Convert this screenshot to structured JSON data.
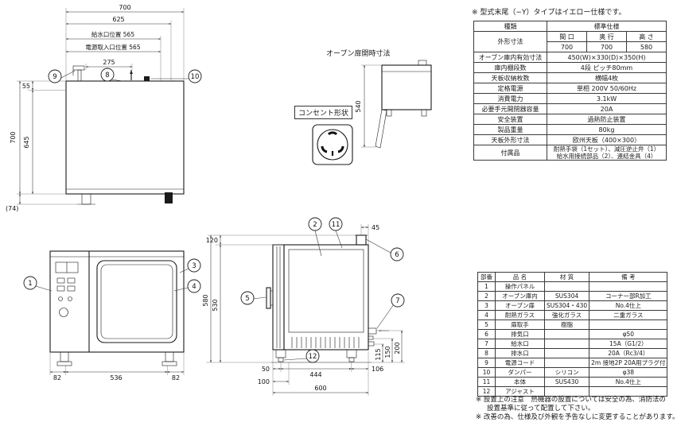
{
  "header_note": "※ 型式末尾（−Y）タイプはイエロー仕様です。",
  "labels": {
    "open_door": "オープン扉開時寸法",
    "outlet": "コンセント形状"
  },
  "spec": {
    "r1": {
      "label": "種類",
      "value": "標準仕様"
    },
    "r2": {
      "label": "外形寸法",
      "c1": "間 口",
      "c2": "奥 行",
      "c3": "高 さ",
      "v1": "700",
      "v2": "700",
      "v3": "580"
    },
    "r3": {
      "label": "オーブン庫内有効寸法",
      "value": "450(W)×330(D)×350(H)"
    },
    "r4": {
      "label": "庫内棚段数",
      "value": "4段 ピッチ80mm"
    },
    "r5": {
      "label": "天板収納枚数",
      "value": "横幅4枚"
    },
    "r6": {
      "label": "定格電源",
      "value": "単相 200V 50/60Hz"
    },
    "r7": {
      "label": "消費電力",
      "value": "3.1kW"
    },
    "r8": {
      "label": "必要手元開閉器容量",
      "value": "20A"
    },
    "r9": {
      "label": "安全装置",
      "value": "過熱防止装置"
    },
    "r10": {
      "label": "製品重量",
      "value": "80kg"
    },
    "r11": {
      "label": "天板外形寸法",
      "value": "欧州天板（400×300）"
    },
    "r12": {
      "label": "付属品",
      "value1": "耐熱手袋（1セット）、減圧逆止弁（1）",
      "value2": "給水用接続部品（2）、連結金具（4）"
    }
  },
  "parts": {
    "headers": [
      "部番",
      "品 名",
      "材 質",
      "備 考"
    ],
    "rows": [
      [
        "1",
        "操作パネル",
        "",
        ""
      ],
      [
        "2",
        "オーブン庫内",
        "SUS304",
        "コーナー部R加工"
      ],
      [
        "3",
        "オーブン扉",
        "SUS304・430",
        "No.4仕上"
      ],
      [
        "4",
        "耐熱ガラス",
        "強化ガラス",
        "二重ガラス"
      ],
      [
        "5",
        "扉取手",
        "樹脂",
        ""
      ],
      [
        "6",
        "排気口",
        "",
        "φ50"
      ],
      [
        "7",
        "給水口",
        "",
        "15A（G1/2）"
      ],
      [
        "8",
        "排水口",
        "",
        "20A（Rc3/4）"
      ],
      [
        "9",
        "電源コード",
        "",
        "2m 接地2P 20A用プラグ付"
      ],
      [
        "10",
        "ダンパー",
        "シリコン",
        "φ38"
      ],
      [
        "11",
        "本体",
        "SUS430",
        "No.4仕上"
      ],
      [
        "12",
        "アジャスト",
        "",
        ""
      ]
    ]
  },
  "notes": {
    "n1a": "※ 設置上の注意　熱機器の設置については安全の為、消防法の",
    "n1b": "設置基準に従って配置して下さい。",
    "n2": "※ 改善の為、仕様及び外観を予告なしに変更することがあります。"
  },
  "plan": {
    "w700": "700",
    "w625": "625",
    "water": "給水口位置 565",
    "power": "電源取入口位置 565",
    "w275": "275",
    "h55": "55",
    "h645": "645",
    "h700": "700",
    "h74": "(74)",
    "c8": "8",
    "c9": "9",
    "c10": "10"
  },
  "open": {
    "d540": "540"
  },
  "front": {
    "c1": "1",
    "c3": "3",
    "c4": "4",
    "b82l": "82",
    "b536": "536",
    "b82r": "82"
  },
  "side": {
    "c2": "2",
    "c5": "5",
    "c6": "6",
    "c7": "7",
    "c11": "11",
    "c12": "12",
    "t45": "45",
    "l120": "120",
    "l530": "530",
    "l580": "580",
    "r115": "115",
    "r150": "150",
    "r200": "200",
    "b50": "50",
    "b444": "444",
    "b106": "106",
    "b100": "100",
    "b600": "600"
  }
}
